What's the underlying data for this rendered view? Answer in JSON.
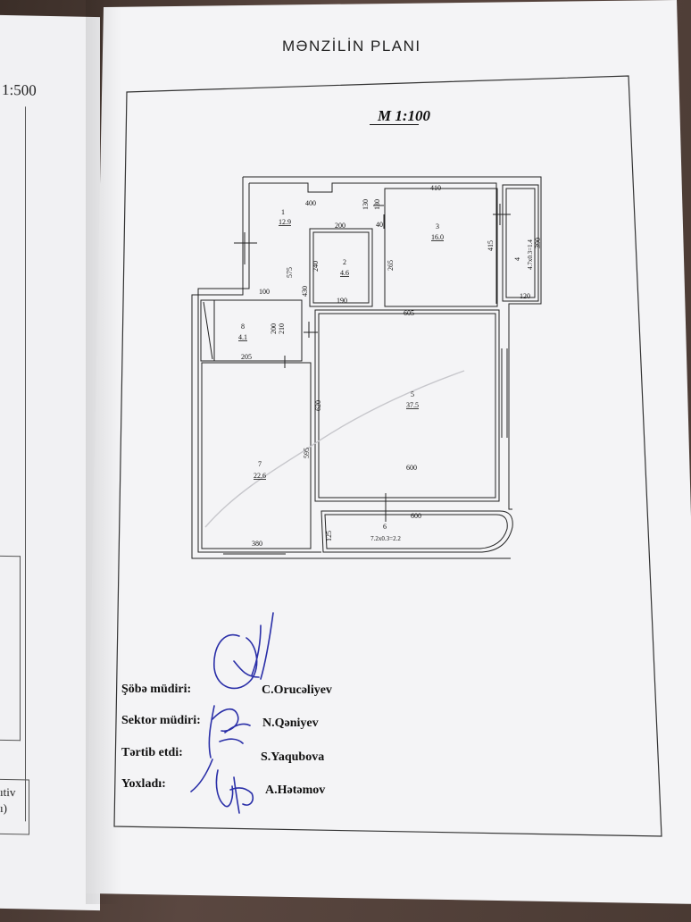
{
  "document": {
    "title": "MƏNZİLİN PLANI",
    "scale": "M 1:100",
    "left_page_scale": "1:500",
    "left_page_text": [
      "ıtiv",
      "ı)"
    ]
  },
  "rooms": [
    {
      "number": "1",
      "area": "12.9"
    },
    {
      "number": "2",
      "area": "4.6"
    },
    {
      "number": "3",
      "area": "16.0"
    },
    {
      "number": "4",
      "area": "4.7x0.3=1.4"
    },
    {
      "number": "5",
      "area": "37.5"
    },
    {
      "number": "6",
      "area": "7.2x0.3=2.2"
    },
    {
      "number": "7",
      "area": "22.6"
    },
    {
      "number": "8",
      "area": "4.1"
    }
  ],
  "dimensions": {
    "d400": "400",
    "d410": "410",
    "d130a": "130",
    "d130b": "130",
    "d200a": "200",
    "d40": "40",
    "d240": "240",
    "d575": "575",
    "d430": "430",
    "d190": "190",
    "d265": "265",
    "d415": "415",
    "d390": "390",
    "d120": "120",
    "d100": "100",
    "d605": "605",
    "d200b": "200",
    "d210": "210",
    "d205": "205",
    "d620": "620",
    "d595": "595",
    "d600a": "600",
    "d600b": "600",
    "d380": "380",
    "d125": "125"
  },
  "signatures": [
    {
      "role": "Şöbə müdiri:",
      "name": "C.Orucəliyev"
    },
    {
      "role": "Sektor müdiri:",
      "name": "N.Qəniyev"
    },
    {
      "role": "Tərtib etdi:",
      "name": "S.Yaqubova"
    },
    {
      "role": "Yoxladı:",
      "name": "A.Hətəmov"
    }
  ],
  "colors": {
    "ink": "#111111",
    "signature": "#2a2fa8",
    "paper": "#f4f4f6"
  }
}
